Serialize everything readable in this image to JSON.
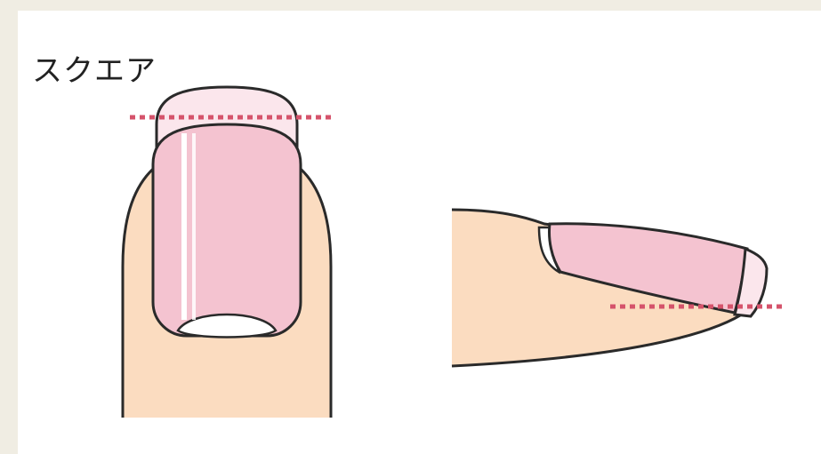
{
  "title": "スクエア",
  "colors": {
    "background": "#f0ede3",
    "panel": "#ffffff",
    "skin": "#fbdcc0",
    "nail": "#f4c3d0",
    "nail_tip": "#fbe6ec",
    "outline": "#2a2a2a",
    "cut_line": "#d5536b"
  },
  "illustrations": [
    {
      "view": "front-view-finger"
    },
    {
      "view": "side-view-finger"
    }
  ]
}
